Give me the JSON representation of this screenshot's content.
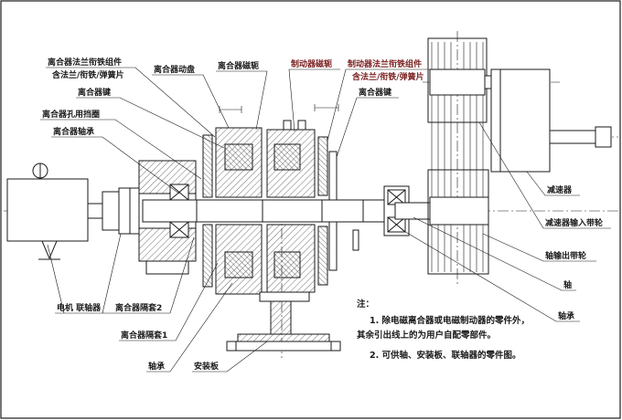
{
  "drawing": {
    "labels": {
      "clutch_flange_armature": "离合器法兰衔铁组件",
      "clutch_flange_armature_sub": "含法兰/衔铁/弹簧片",
      "clutch_key_left": "离合器键",
      "clutch_bore_retaining_ring": "离合器孔用挡圈",
      "clutch_bearing": "离合器轴承",
      "clutch_drive_plate": "离合器动盘",
      "clutch_yoke": "离合器磁轭",
      "brake_yoke": "制动器磁轭",
      "brake_flange_armature": "制动器法兰衔铁组件",
      "brake_flange_armature_sub": "含法兰/衔铁/弹簧片",
      "clutch_key_right": "离合器键",
      "reducer": "减速器",
      "reducer_input_pulley": "减速器输入带轮",
      "shaft_output_pulley": "轴输出带轮",
      "shaft": "轴",
      "shaft_bearing": "轴承",
      "motor_coupling": "电机 联轴器",
      "clutch_spacer_2": "离合器隔套2",
      "clutch_spacer_1": "离合器隔套1",
      "bearing": "轴承",
      "mounting_plate": "安装板"
    },
    "notes": {
      "heading": "注：",
      "line1": "1. 除电磁离合器或电磁制动器的零件外，",
      "line2": "其余引出线上的为用户自配零部件。",
      "line3": "2. 可供轴、安装板、联轴器的零件图。"
    },
    "colors": {
      "ink": "#1a1a1a",
      "accent": "#7a1f1f",
      "paper": "#ffffff"
    }
  }
}
